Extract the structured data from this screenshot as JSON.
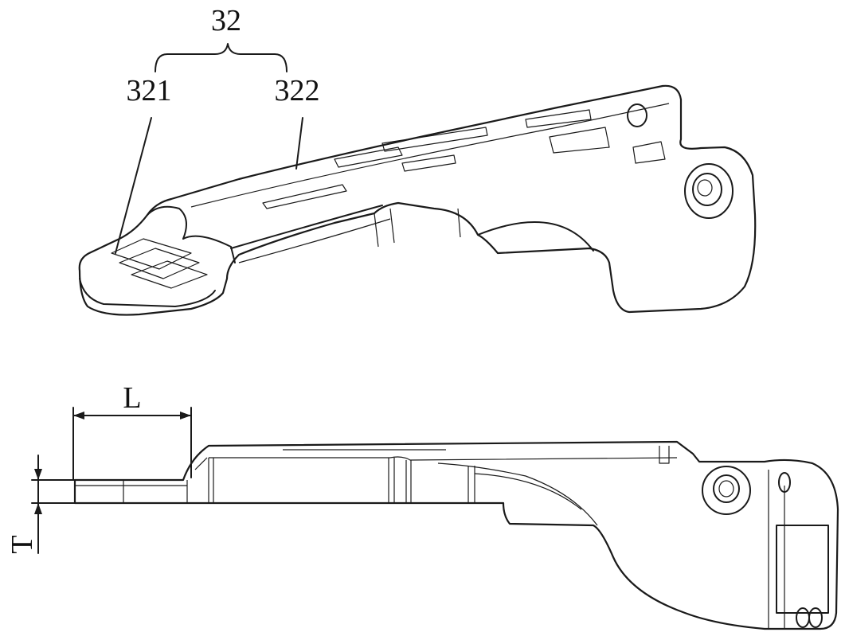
{
  "labels": {
    "assembly": "32",
    "part_left": "321",
    "part_right": "322",
    "length": "L",
    "thickness": "T"
  }
}
